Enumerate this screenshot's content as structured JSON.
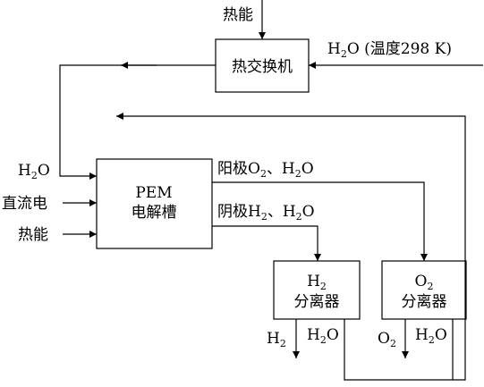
{
  "heat_exchanger": {
    "label": "热交换机"
  },
  "electrolyzer": {
    "line1": "PEM",
    "line2": "电解槽"
  },
  "h2_separator": {
    "formula": "H",
    "sub": "2",
    "label": "分离器"
  },
  "o2_separator": {
    "formula": "O",
    "sub": "2",
    "label": "分离器"
  },
  "inputs": {
    "heat_top": "热能",
    "water_in": {
      "pre": "H",
      "sub": "2",
      "post": "O (温度298 K)"
    },
    "pem_water": {
      "pre": "H",
      "sub": "2",
      "post": "O"
    },
    "dc_power": "直流电",
    "pem_heat": "热能"
  },
  "streams": {
    "anode": {
      "a": "阳极O",
      "sub": "2",
      "b": "、H",
      "sub2": "2",
      "c": "O"
    },
    "cathode": {
      "a": "阴极H",
      "sub": "2",
      "b": "、H",
      "sub2": "2",
      "c": "O"
    }
  },
  "outputs": {
    "h2": {
      "pre": "H",
      "sub": "2"
    },
    "h2_water": {
      "pre": "H",
      "sub": "2",
      "post": "O"
    },
    "o2": {
      "pre": "O",
      "sub": "2"
    },
    "o2_water": {
      "pre": "H",
      "sub": "2",
      "post": "O"
    }
  }
}
